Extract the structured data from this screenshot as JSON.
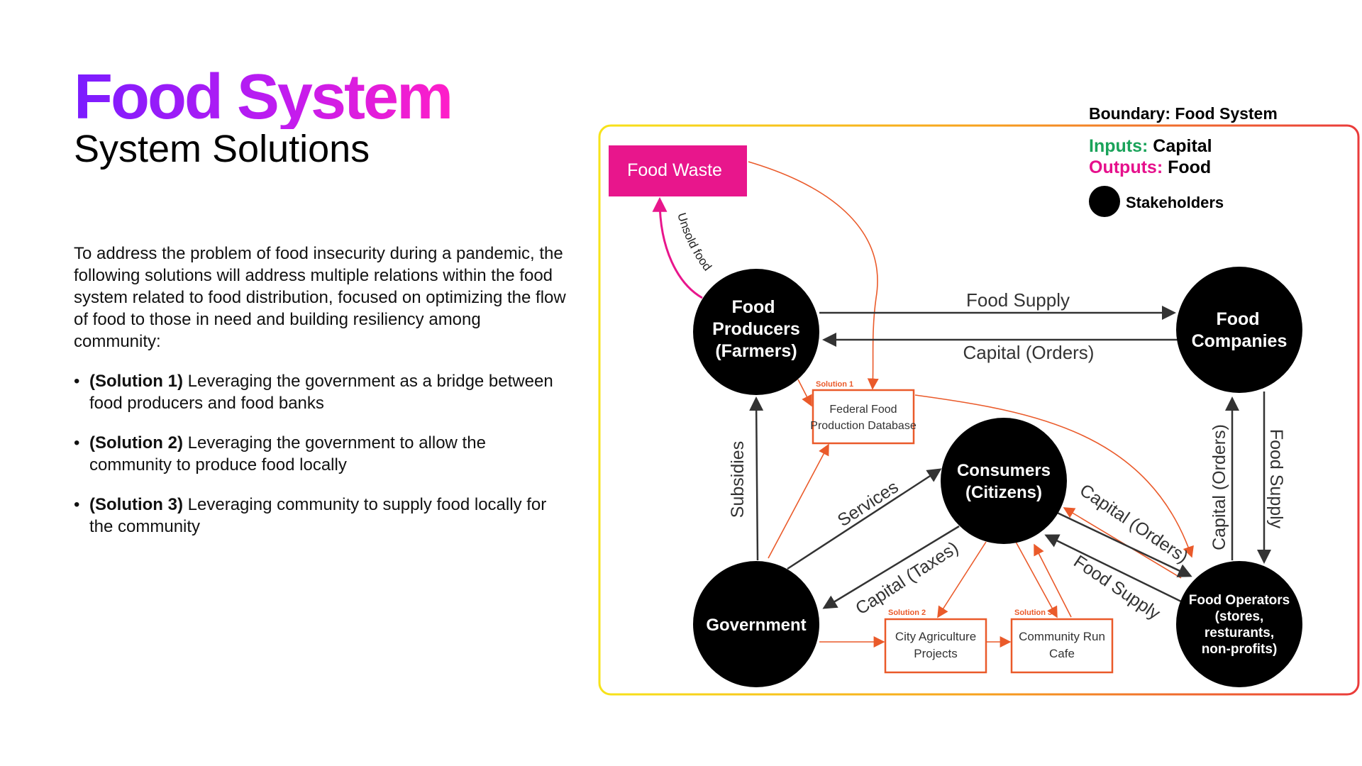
{
  "header": {
    "title": "Food System",
    "subtitle": "System Solutions"
  },
  "intro_text": "To address the problem of food insecurity during a pandemic, the following solutions will address multiple relations within the food system related to food distribution, focused on optimizing the flow of food to those in need and building resiliency among community:",
  "solutions": [
    {
      "bullet": "•",
      "label": "(Solution 1)",
      "text": " Leveraging the government as a bridge between food producers and food banks"
    },
    {
      "bullet": "•",
      "label": "(Solution 2)",
      "text": " Leveraging the government to allow the community to produce food locally"
    },
    {
      "bullet": "•",
      "label": "(Solution 3)",
      "text": " Leveraging community to supply food locally for the community"
    }
  ],
  "legend": {
    "boundary": "Boundary: Food System",
    "inputs_key": "Inputs:",
    "inputs_value": " Capital",
    "outputs_key": "Outputs:",
    "outputs_value": " Food",
    "stakeholders": "Stakeholders"
  },
  "nodes": {
    "food_waste": "Food Waste",
    "producers": [
      "Food",
      "Producers",
      "(Farmers)"
    ],
    "companies": [
      "Food",
      "Companies"
    ],
    "consumers": [
      "Consumers",
      "(Citizens)"
    ],
    "government": "Government",
    "operators": [
      "Food Operators",
      "(stores,",
      "resturants,",
      "non-profits)"
    ]
  },
  "edges": {
    "unsold_food": "Unsold food",
    "food_supply_top": "Food Supply",
    "capital_orders_top": "Capital (Orders)",
    "subsidies": "Subsidies",
    "services": "Services",
    "capital_taxes": "Capital (Taxes)",
    "capital_orders_diag": "Capital (Orders)",
    "food_supply_diag": "Food Supply",
    "capital_orders_right": "Capital (Orders)",
    "food_supply_right": "Food Supply"
  },
  "solution_boxes": {
    "s1_tag": "Solution 1",
    "s1_lines": [
      "Federal Food",
      "Production Database"
    ],
    "s2_tag": "Solution 2",
    "s2_lines": [
      "City Agriculture",
      "Projects"
    ],
    "s3_tag": "Solution 3",
    "s3_lines": [
      "Community Run",
      "Cafe"
    ]
  },
  "colors": {
    "inputs": "#1aa35a",
    "outputs": "#e6108c",
    "solution_orange": "#ea5a2a",
    "food_waste_fill": "#e8168c",
    "dark_arrow": "#333333",
    "node_fill": "#000000"
  }
}
